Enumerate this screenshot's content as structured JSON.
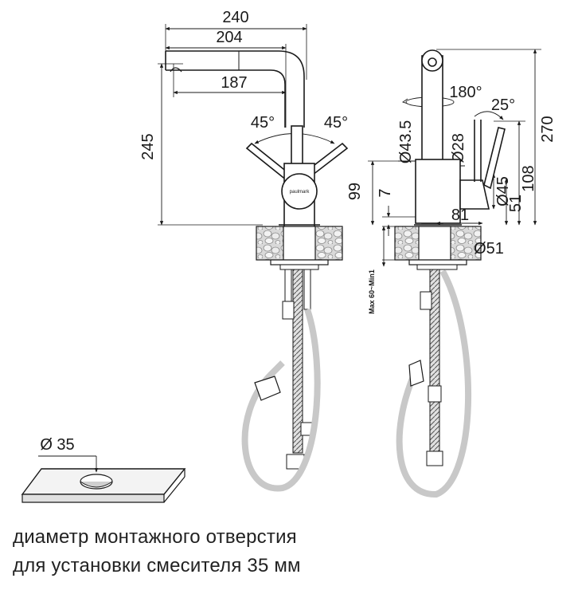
{
  "front_view": {
    "width_total": "240",
    "width_spout": "204",
    "reach": "187",
    "height": "245",
    "angle_left": "45°",
    "angle_right": "45°",
    "brand": "paulmark"
  },
  "side_view": {
    "rotation": "180°",
    "handle_angle": "25°",
    "spout_diameter": "Ø43.5",
    "body_diameter": "Ø28",
    "handle_diameter": "Ø45",
    "base_diameter": "Ø51",
    "dim_99": "99",
    "dim_7": "7",
    "dim_81": "81",
    "dim_51": "51",
    "dim_108": "108",
    "dim_270": "270",
    "countertop_thickness": "Max 60~Min1"
  },
  "hole_diagram": {
    "diameter": "Ø 35"
  },
  "caption": {
    "line1": "диаметр монтажного отверстия",
    "line2": "для установки смесителя 35 мм"
  },
  "colors": {
    "line": "#1a1a1a",
    "hose": "#c8c8c8",
    "stone": "#bdbdbd"
  }
}
